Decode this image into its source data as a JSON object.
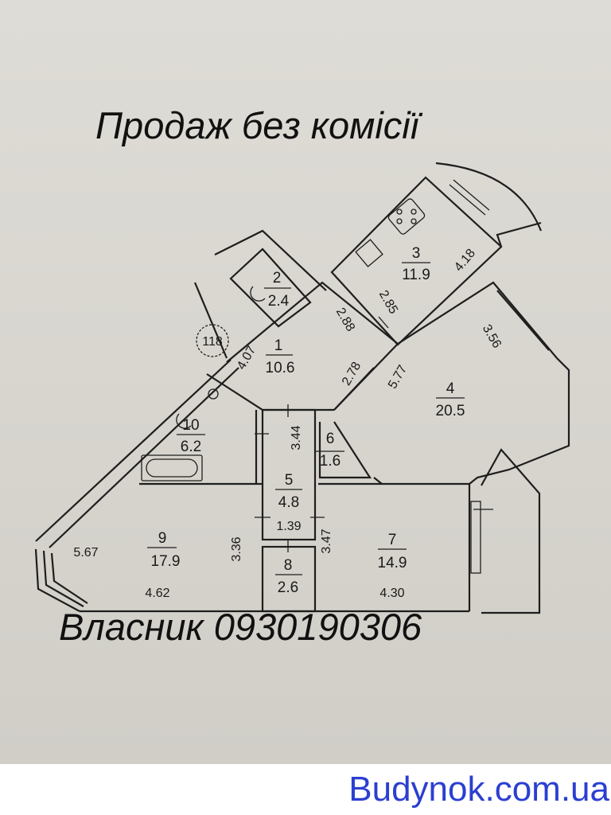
{
  "title": "Продаж без комісії",
  "owner_line": "Власник 0930190306",
  "watermark": "Budynok.com.ua",
  "apartment_number": "118",
  "rooms": [
    {
      "number": "1",
      "area": "10.6"
    },
    {
      "number": "2",
      "area": "2.4"
    },
    {
      "number": "3",
      "area": "11.9"
    },
    {
      "number": "4",
      "area": "20.5"
    },
    {
      "number": "5",
      "area": "4.8"
    },
    {
      "number": "6",
      "area": "1.6"
    },
    {
      "number": "7",
      "area": "14.9"
    },
    {
      "number": "8",
      "area": "2.6"
    },
    {
      "number": "9",
      "area": "17.9"
    },
    {
      "number": "10",
      "area": "6.2"
    }
  ],
  "dimensions": [
    "4.18",
    "2.85",
    "2.88",
    "4.07",
    "2.78",
    "5.77",
    "3.56",
    "3.44",
    "1.39",
    "3.47",
    "3.36",
    "5.67",
    "4.62",
    "4.30"
  ],
  "colors": {
    "paper": "#d8d6cf",
    "ink": "#1e1e1e",
    "watermark": "#2b3fd1"
  }
}
